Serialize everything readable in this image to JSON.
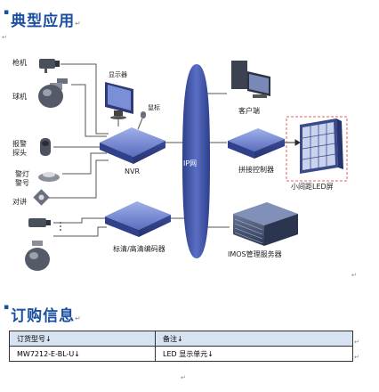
{
  "section_typical": {
    "title": "典型应用",
    "mark": "↵"
  },
  "diagram": {
    "cloud_label": "IP网",
    "devices": {
      "gun_camera": "枪机",
      "dome_camera": "球机",
      "alarm_probe": "报警\n探头",
      "alarm_light": "警灯\n警号",
      "intercom": "对讲",
      "monitor": "显示器",
      "mouse": "鼠标",
      "nvr": "NVR",
      "encoder": "标清/高清编码器",
      "client": "客户端",
      "splicing_controller": "拼接控制器",
      "led_screen": "小间距LED屏",
      "imos_server": "IMOS管理服务器"
    }
  },
  "section_order": {
    "title": "订购信息",
    "mark": "↵"
  },
  "order_table": {
    "headers": [
      "订货型号↓",
      "备注↓"
    ],
    "rows": [
      [
        "MW7212-E-BL-U↓",
        "LED 显示单元↓"
      ]
    ]
  }
}
